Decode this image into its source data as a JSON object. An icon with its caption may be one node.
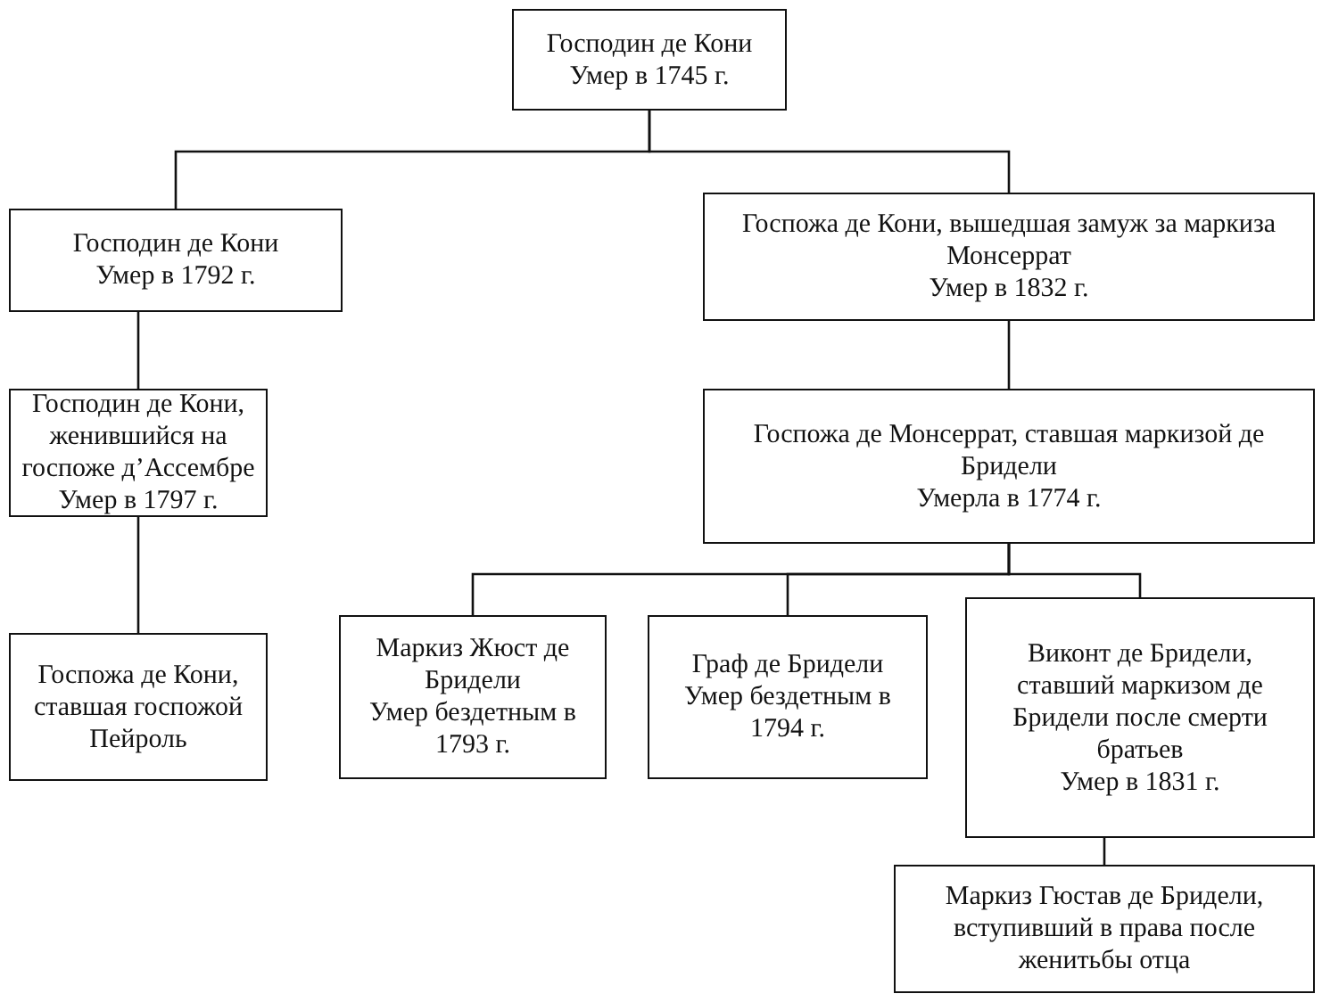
{
  "diagram": {
    "nodes": [
      {
        "text": [
          "Господин де Кони",
          "Умер в 1745 г."
        ]
      },
      {
        "text": [
          "Господин де Кони",
          "Умер в 1792 г."
        ]
      },
      {
        "text": [
          "Госпожа де Кони, вышедшая замуж за маркиза Монсеррат",
          "Умер в 1832 г."
        ]
      },
      {
        "text": [
          "Господин де Кони, женившийся на госпоже д’Ассембре",
          "Умер в 1797 г."
        ]
      },
      {
        "text": [
          "Госпожа де Монсеррат, ставшая маркизой де Бридели",
          "Умерла в 1774 г."
        ]
      },
      {
        "text": [
          "Госпожа де Кони, ставшая госпожой Пейроль"
        ]
      },
      {
        "text": [
          "Маркиз Жюст де Бридели",
          "Умер бездетным в 1793 г."
        ]
      },
      {
        "text": [
          "Граф де Бридели",
          "Умер бездетным в 1794 г."
        ]
      },
      {
        "text": [
          "Виконт де Бридели, ставший маркизом де Бридели после смерти братьев",
          "Умер в 1831 г."
        ]
      },
      {
        "text": [
          "Маркиз Гюстав де Бридели, вступивший в права после женитьбы отца"
        ]
      }
    ],
    "edges": [
      {
        "from": 0,
        "to": 1,
        "arrow": "none"
      },
      {
        "from": 0,
        "to": 2,
        "arrow": "none"
      },
      {
        "from": 1,
        "to": 3,
        "arrow": "none"
      },
      {
        "from": 3,
        "to": 5,
        "arrow": "none"
      },
      {
        "from": 2,
        "to": 4,
        "arrow": "none"
      },
      {
        "from": 4,
        "to": 6,
        "arrow": "none"
      },
      {
        "from": 4,
        "to": 7,
        "arrow": "none"
      },
      {
        "from": 4,
        "to": 8,
        "arrow": "none"
      },
      {
        "from": 8,
        "to": 9,
        "arrow": "none"
      }
    ]
  }
}
